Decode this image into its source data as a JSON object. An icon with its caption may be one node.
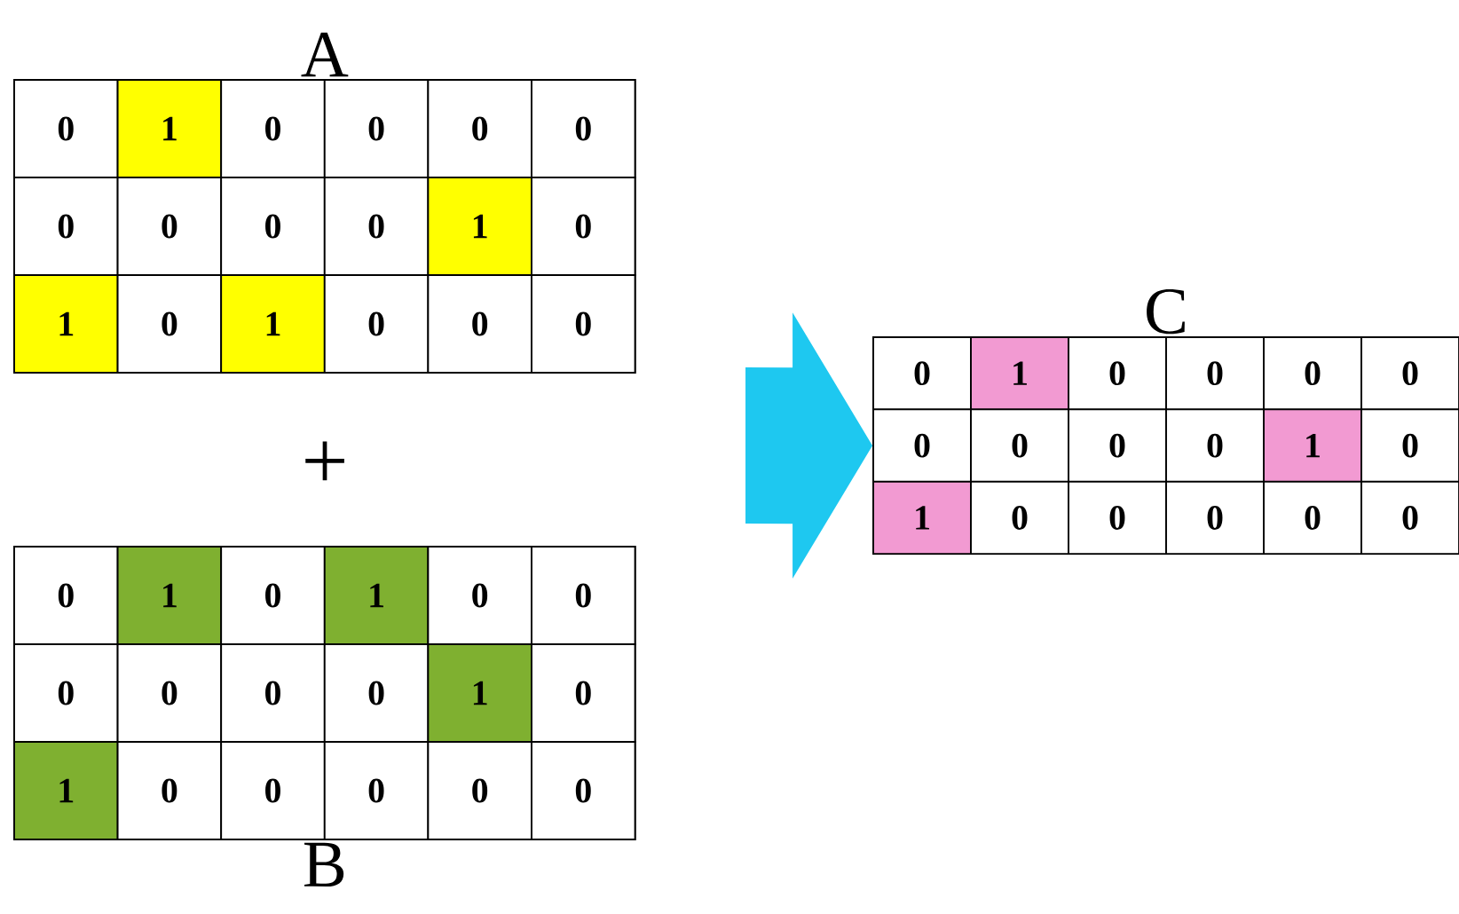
{
  "diagram": {
    "nodes": [
      {
        "text": [
          "A"
        ]
      },
      {
        "text": [
          "0"
        ],
        "in": 0
      },
      {
        "text": [
          "1"
        ],
        "in": 0
      },
      {
        "text": [
          "0"
        ],
        "in": 0
      },
      {
        "text": [
          "0"
        ],
        "in": 0
      },
      {
        "text": [
          "0"
        ],
        "in": 0
      },
      {
        "text": [
          "0"
        ],
        "in": 0
      },
      {
        "text": [
          "0"
        ],
        "in": 0
      },
      {
        "text": [
          "0"
        ],
        "in": 0
      },
      {
        "text": [
          "0"
        ],
        "in": 0
      },
      {
        "text": [
          "0"
        ],
        "in": 0
      },
      {
        "text": [
          "1"
        ],
        "in": 0
      },
      {
        "text": [
          "0"
        ],
        "in": 0
      },
      {
        "text": [
          "1"
        ],
        "in": 0
      },
      {
        "text": [
          "0"
        ],
        "in": 0
      },
      {
        "text": [
          "1"
        ],
        "in": 0
      },
      {
        "text": [
          "0"
        ],
        "in": 0
      },
      {
        "text": [
          "0"
        ],
        "in": 0
      },
      {
        "text": [
          "0"
        ],
        "in": 0
      },
      {
        "text": [
          "B"
        ]
      },
      {
        "text": [
          "0"
        ],
        "in": 19
      },
      {
        "text": [
          "1"
        ],
        "in": 19
      },
      {
        "text": [
          "0"
        ],
        "in": 19
      },
      {
        "text": [
          "1"
        ],
        "in": 19
      },
      {
        "text": [
          "0"
        ],
        "in": 19
      },
      {
        "text": [
          "0"
        ],
        "in": 19
      },
      {
        "text": [
          "0"
        ],
        "in": 19
      },
      {
        "text": [
          "0"
        ],
        "in": 19
      },
      {
        "text": [
          "0"
        ],
        "in": 19
      },
      {
        "text": [
          "0"
        ],
        "in": 19
      },
      {
        "text": [
          "1"
        ],
        "in": 19
      },
      {
        "text": [
          "0"
        ],
        "in": 19
      },
      {
        "text": [
          "1"
        ],
        "in": 19
      },
      {
        "text": [
          "0"
        ],
        "in": 19
      },
      {
        "text": [
          "0"
        ],
        "in": 19
      },
      {
        "text": [
          "0"
        ],
        "in": 19
      },
      {
        "text": [
          "0"
        ],
        "in": 19
      },
      {
        "text": [
          "0"
        ],
        "in": 19
      },
      {
        "text": [
          "C"
        ]
      },
      {
        "text": [
          "0"
        ],
        "in": 38
      },
      {
        "text": [
          "1"
        ],
        "in": 38
      },
      {
        "text": [
          "0"
        ],
        "in": 38
      },
      {
        "text": [
          "0"
        ],
        "in": 38
      },
      {
        "text": [
          "0"
        ],
        "in": 38
      },
      {
        "text": [
          "0"
        ],
        "in": 38
      },
      {
        "text": [
          "0"
        ],
        "in": 38
      },
      {
        "text": [
          "0"
        ],
        "in": 38
      },
      {
        "text": [
          "0"
        ],
        "in": 38
      },
      {
        "text": [
          "0"
        ],
        "in": 38
      },
      {
        "text": [
          "1"
        ],
        "in": 38
      },
      {
        "text": [
          "0"
        ],
        "in": 38
      },
      {
        "text": [
          "1"
        ],
        "in": 38
      },
      {
        "text": [
          "0"
        ],
        "in": 38
      },
      {
        "text": [
          "0"
        ],
        "in": 38
      },
      {
        "text": [
          "0"
        ],
        "in": 38
      },
      {
        "text": [
          "0"
        ],
        "in": 38
      },
      {
        "text": [
          "0"
        ],
        "in": 38
      }
    ],
    "edges": [
      {
        "from": null,
        "to": 38,
        "arrow": "to"
      }
    ],
    "labels": [
      "+"
    ]
  }
}
